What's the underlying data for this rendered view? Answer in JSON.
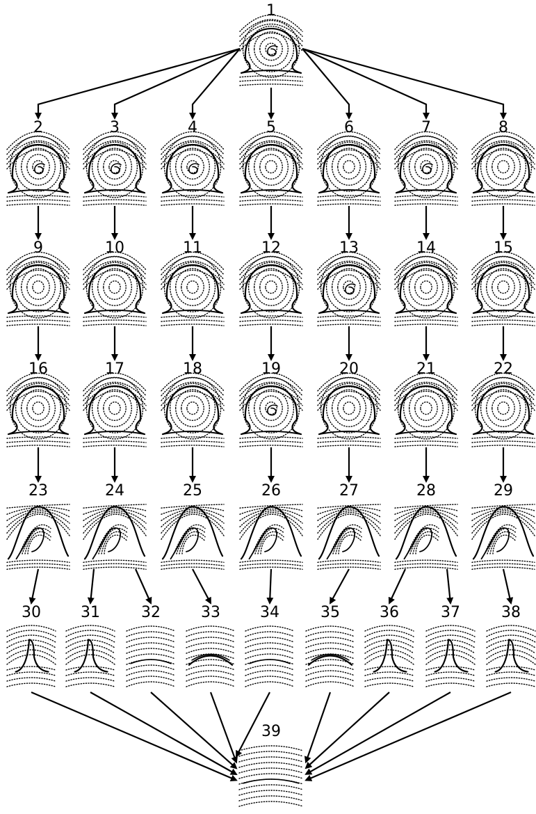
{
  "diagram": {
    "nodes": [
      {
        "id": 1,
        "label": "1",
        "pattern": "whorl-circle"
      },
      {
        "id": 2,
        "label": "2",
        "pattern": "spiral-whorl"
      },
      {
        "id": 3,
        "label": "3",
        "pattern": "loop-core-whorl"
      },
      {
        "id": 4,
        "label": "4",
        "pattern": "elongated-core-whorl"
      },
      {
        "id": 5,
        "label": "5",
        "pattern": "concentric-whorl"
      },
      {
        "id": 6,
        "label": "6",
        "pattern": "oval-whorl"
      },
      {
        "id": 7,
        "label": "7",
        "pattern": "small-core-whorl"
      },
      {
        "id": 8,
        "label": "8",
        "pattern": "round-whorl"
      },
      {
        "id": 9,
        "label": "9",
        "pattern": "twin-loop-left"
      },
      {
        "id": 10,
        "label": "10",
        "pattern": "double-loop"
      },
      {
        "id": 11,
        "label": "11",
        "pattern": "central-pocket-loop"
      },
      {
        "id": 12,
        "label": "12",
        "pattern": "narrow-whorl"
      },
      {
        "id": 13,
        "label": "13",
        "pattern": "spiral-whorl"
      },
      {
        "id": 14,
        "label": "14",
        "pattern": "wide-whorl"
      },
      {
        "id": 15,
        "label": "15",
        "pattern": "concentric-whorl"
      },
      {
        "id": 16,
        "label": "16",
        "pattern": "lateral-pocket-loop"
      },
      {
        "id": 17,
        "label": "17",
        "pattern": "double-loop"
      },
      {
        "id": 18,
        "label": "18",
        "pattern": "composite-loop"
      },
      {
        "id": 19,
        "label": "19",
        "pattern": "tented-core"
      },
      {
        "id": 20,
        "label": "20",
        "pattern": "s-loop"
      },
      {
        "id": 21,
        "label": "21",
        "pattern": "accidental-loop"
      },
      {
        "id": 22,
        "label": "22",
        "pattern": "central-pocket"
      },
      {
        "id": 23,
        "label": "23",
        "pattern": "radial-loop"
      },
      {
        "id": 24,
        "label": "24",
        "pattern": "ulnar-loop"
      },
      {
        "id": 25,
        "label": "25",
        "pattern": "plain-loop-low"
      },
      {
        "id": 26,
        "label": "26",
        "pattern": "curl-loop"
      },
      {
        "id": 27,
        "label": "27",
        "pattern": "small-loop"
      },
      {
        "id": 28,
        "label": "28",
        "pattern": "loop"
      },
      {
        "id": 29,
        "label": "29",
        "pattern": "wide-loop"
      },
      {
        "id": 30,
        "label": "30",
        "pattern": "tented-arch"
      },
      {
        "id": 31,
        "label": "31",
        "pattern": "tented-arch"
      },
      {
        "id": 32,
        "label": "32",
        "pattern": "plain-arch"
      },
      {
        "id": 33,
        "label": "33",
        "pattern": "arch-bump"
      },
      {
        "id": 34,
        "label": "34",
        "pattern": "plain-arch"
      },
      {
        "id": 35,
        "label": "35",
        "pattern": "arch-bump"
      },
      {
        "id": 36,
        "label": "36",
        "pattern": "tented-arch-slant"
      },
      {
        "id": 37,
        "label": "37",
        "pattern": "tented-arch"
      },
      {
        "id": 38,
        "label": "38",
        "pattern": "tented-arch-slant"
      },
      {
        "id": 39,
        "label": "39",
        "pattern": "plain-arch-flat"
      }
    ],
    "edges": [
      [
        1,
        2
      ],
      [
        1,
        3
      ],
      [
        1,
        4
      ],
      [
        1,
        5
      ],
      [
        1,
        6
      ],
      [
        1,
        7
      ],
      [
        1,
        8
      ],
      [
        2,
        9
      ],
      [
        3,
        10
      ],
      [
        4,
        11
      ],
      [
        5,
        12
      ],
      [
        6,
        13
      ],
      [
        7,
        14
      ],
      [
        8,
        15
      ],
      [
        9,
        16
      ],
      [
        10,
        17
      ],
      [
        11,
        18
      ],
      [
        12,
        19
      ],
      [
        13,
        20
      ],
      [
        14,
        21
      ],
      [
        15,
        22
      ],
      [
        16,
        23
      ],
      [
        17,
        24
      ],
      [
        18,
        25
      ],
      [
        19,
        26
      ],
      [
        20,
        27
      ],
      [
        21,
        28
      ],
      [
        22,
        29
      ],
      [
        23,
        30
      ],
      [
        24,
        31
      ],
      [
        24,
        32
      ],
      [
        25,
        33
      ],
      [
        26,
        34
      ],
      [
        27,
        35
      ],
      [
        28,
        36
      ],
      [
        28,
        37
      ],
      [
        29,
        38
      ],
      [
        30,
        39
      ],
      [
        31,
        39
      ],
      [
        32,
        39
      ],
      [
        33,
        39
      ],
      [
        34,
        39
      ],
      [
        35,
        39
      ],
      [
        36,
        39
      ],
      [
        37,
        39
      ],
      [
        38,
        39
      ]
    ]
  }
}
